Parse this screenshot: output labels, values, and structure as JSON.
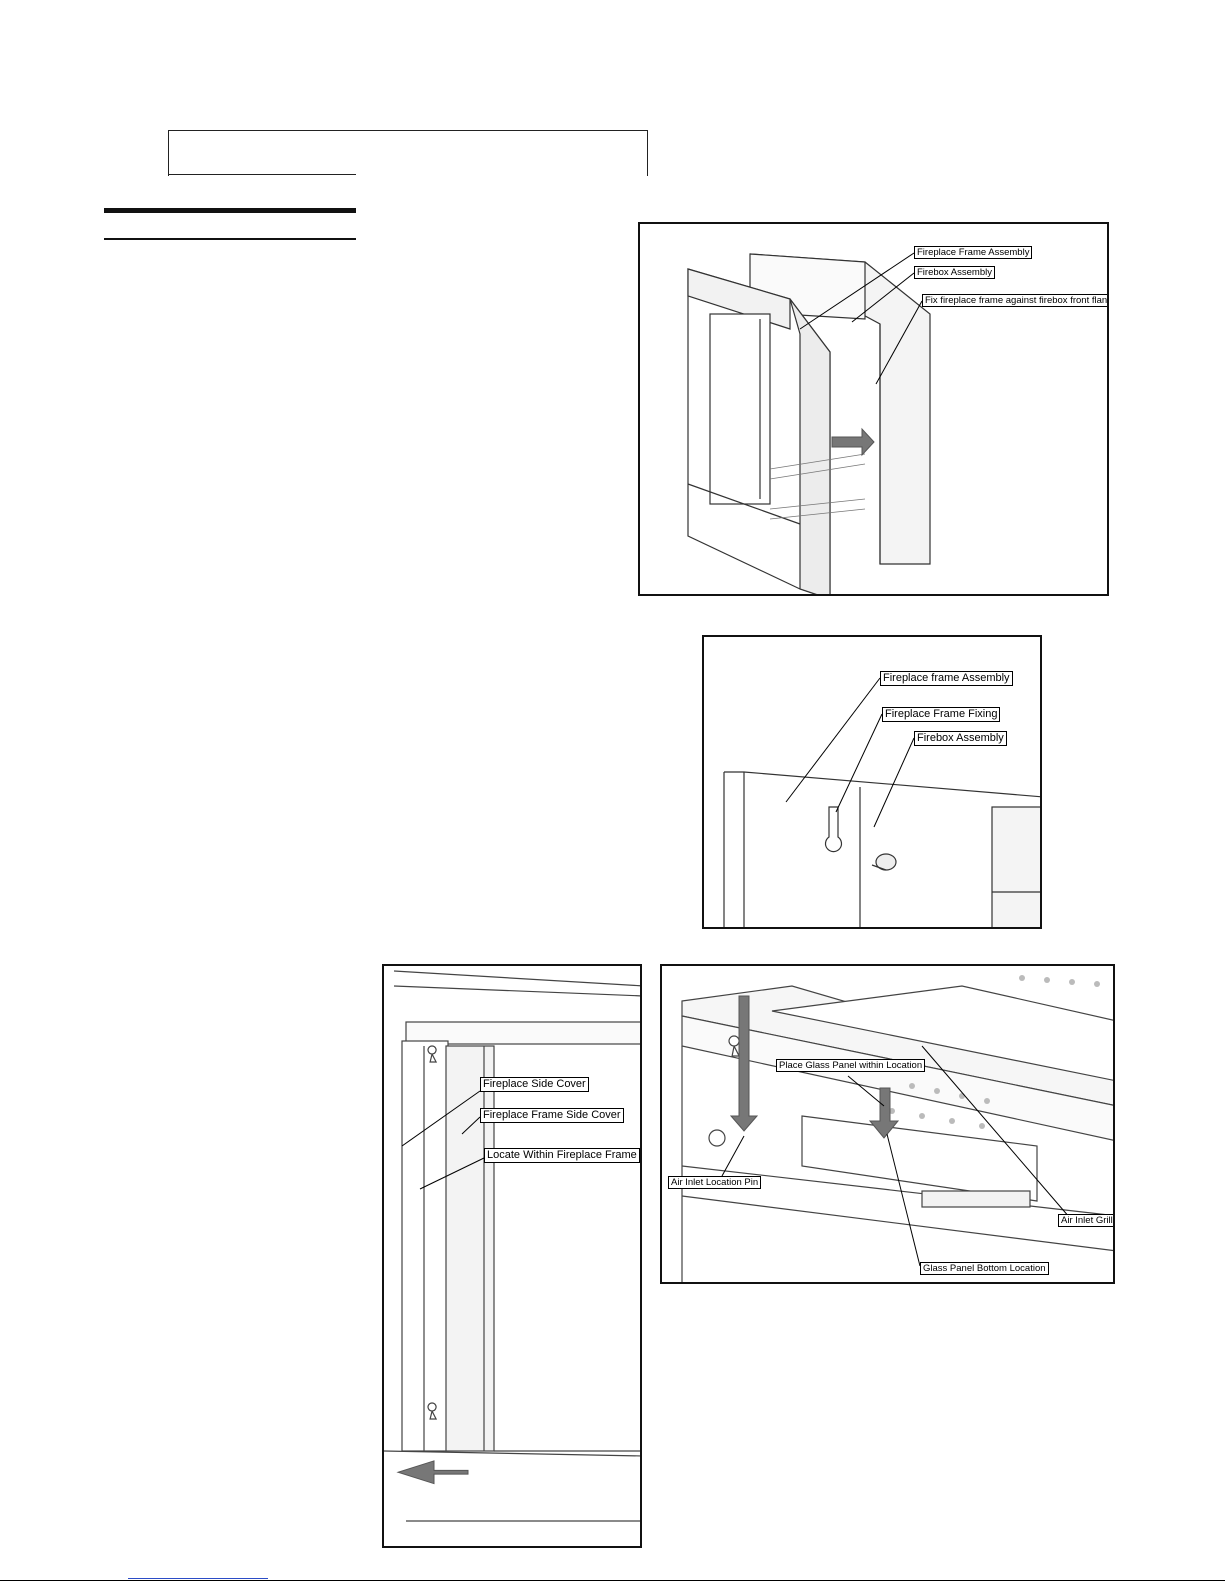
{
  "figures": {
    "fig1": {
      "labels": [
        "Fireplace Frame Assembly",
        "Firebox Assembly",
        "Fix  fireplace frame against firebox front flange"
      ]
    },
    "fig2": {
      "labels": [
        "Fireplace frame Assembly",
        "Fireplace Frame Fixing",
        "Firebox Assembly"
      ]
    },
    "fig3": {
      "labels": [
        "Fireplace Side Cover",
        "Fireplace  Frame Side Cover",
        "Locate Within Fireplace Frame"
      ]
    },
    "fig4": {
      "labels": [
        "Place Glass Panel within Location",
        "Air  Inlet  Location Pin",
        "Air Inlet Grill",
        "Glass Panel Bottom Location"
      ]
    }
  }
}
